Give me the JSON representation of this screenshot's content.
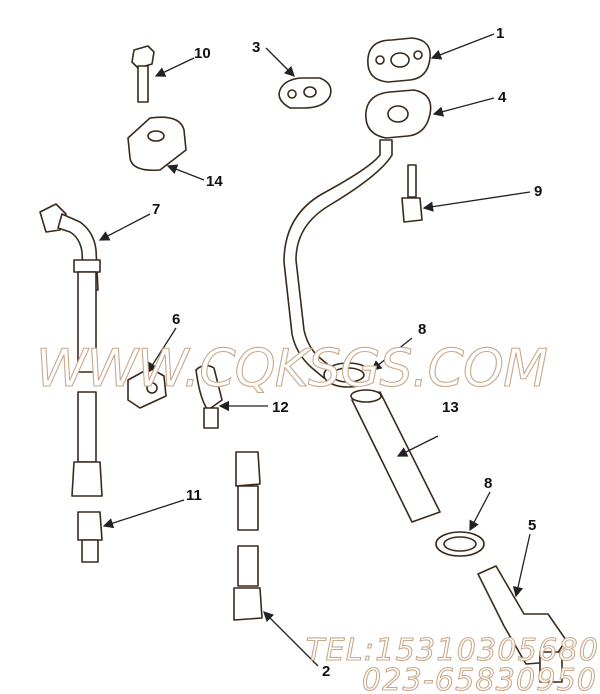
{
  "callouts": {
    "c1": "1",
    "c2": "2",
    "c3": "3",
    "c4": "4",
    "c5": "5",
    "c6": "6",
    "c7": "7",
    "c8a": "8",
    "c8b": "8",
    "c9": "9",
    "c10": "10",
    "c11": "11",
    "c12": "12",
    "c13": "13",
    "c14": "14"
  },
  "watermark": {
    "site": "WWW.CQKSGS.COM",
    "tel": "TEL:15310305680",
    "phone": "023-65830950"
  },
  "colors": {
    "line": "#3a2a1a",
    "watermark_outline": "#c9a98a"
  }
}
